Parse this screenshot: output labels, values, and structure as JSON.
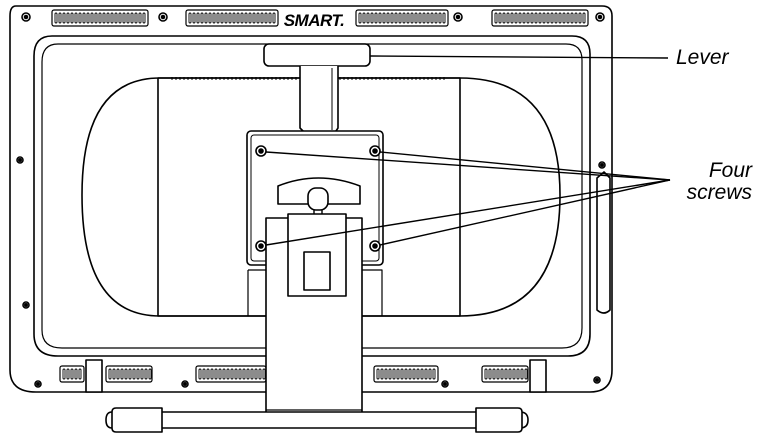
{
  "brand": {
    "logo_text": "SMART."
  },
  "callouts": {
    "lever": "Lever",
    "screws_line1": "Four",
    "screws_line2": "screws"
  },
  "colors": {
    "line": "#000000",
    "background": "#ffffff"
  }
}
